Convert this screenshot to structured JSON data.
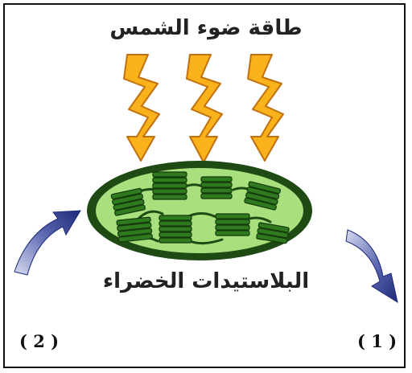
{
  "diagram": {
    "title": "طاقة ضوء الشمس",
    "caption": "البلاستيدات الخضراء",
    "label_left": "( 2 )",
    "label_right": "( 1 )"
  },
  "colors": {
    "bolt_fill": "#f9b21c",
    "bolt_stroke": "#c0700d",
    "chloroplast_outer": "#1f4a14",
    "chloroplast_fill": "#a7e07d",
    "grana": "#2f7a1e",
    "arrow": "#1e2a7a",
    "border": "#111111"
  },
  "icons": {
    "light_energy": "lightning-bolt-icon",
    "chloroplast": "chloroplast-icon",
    "cycle_arrows": "curved-arrow-icon"
  }
}
